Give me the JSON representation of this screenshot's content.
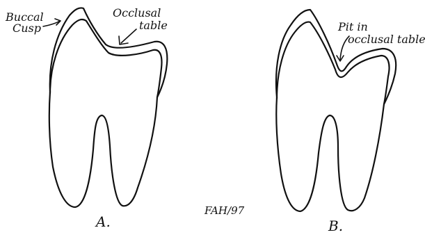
{
  "figure_a": {
    "panel_label": "A.",
    "cusp_label_line1": "Buccal",
    "cusp_label_line2": "Cusp",
    "table_label_line1": "Occlusal",
    "table_label_line2": "table"
  },
  "figure_b": {
    "panel_label": "B.",
    "pit_label_line1": "Pit in",
    "pit_label_line2": "occlusal table"
  },
  "signature": "FAH/97"
}
